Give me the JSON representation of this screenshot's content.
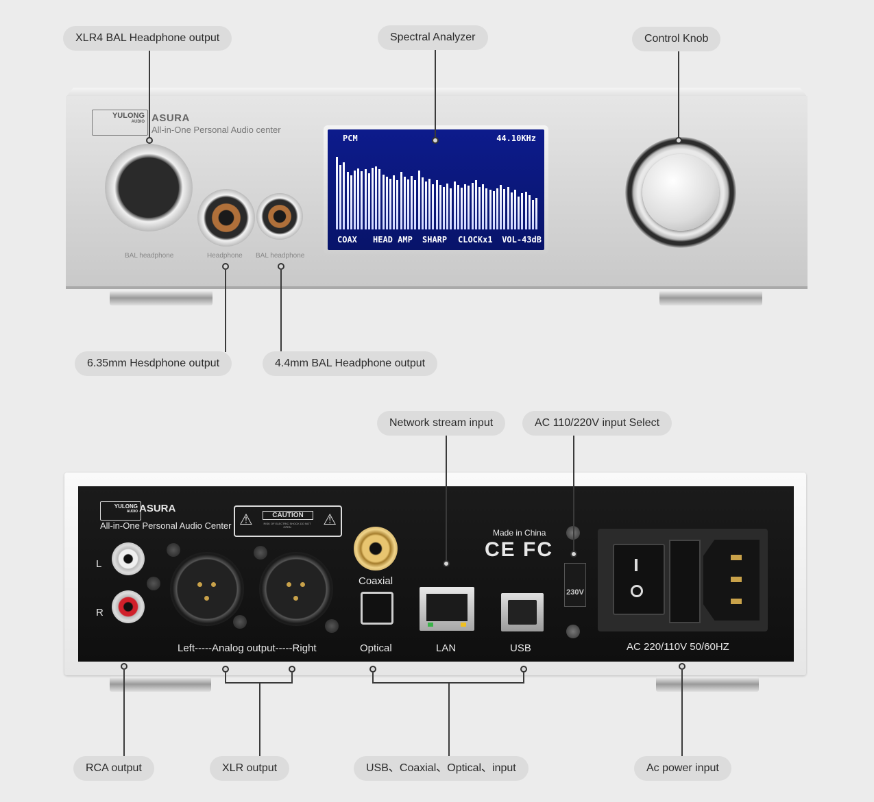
{
  "callouts": {
    "xlr4": "XLR4 BAL Headphone output",
    "spectral": "Spectral Analyzer",
    "knob": "Control Knob",
    "hp635": "6.35mm Hesdphone output",
    "bal44": "4.4mm BAL Headphone output",
    "network": "Network stream input",
    "ac_select": "AC 110/220V input Select",
    "rca": "RCA output",
    "xlr": "XLR output",
    "digital": "USB、Coaxial、Optical、input",
    "ac_power": "Ac power input"
  },
  "front": {
    "logo": "YULONG",
    "logo_sub": "AUDIO",
    "model": "ASURA",
    "tagline": "All-in-One Personal Audio center",
    "label_bal1": "BAL headphone",
    "label_hp": "Headphone",
    "label_bal2": "BAL headphone",
    "display": {
      "format": "PCM",
      "rate": "44.10KHz",
      "input": "COAX",
      "mode": "HEAD AMP",
      "filter": "SHARP",
      "clock": "CLOCKx1",
      "volume": "VOL-43dB",
      "spectrum": [
        88,
        78,
        82,
        70,
        66,
        72,
        74,
        71,
        73,
        68,
        75,
        77,
        73,
        67,
        64,
        62,
        66,
        60,
        70,
        64,
        61,
        65,
        60,
        72,
        63,
        58,
        62,
        55,
        60,
        54,
        52,
        56,
        50,
        58,
        54,
        51,
        55,
        53,
        57,
        60,
        52,
        55,
        50,
        48,
        47,
        50,
        54,
        49,
        52,
        45,
        48,
        40,
        44,
        46,
        42,
        36,
        38
      ]
    }
  },
  "rear": {
    "logo": "YULONG",
    "logo_sub": "AUDIO",
    "model": "ASURA",
    "tagline": "All-in-One Personal Audio Center",
    "caution": "CAUTION",
    "caution_sub": "RISK OF ELECTRIC SHOCK DO NOT OPEN",
    "made_in": "Made in China",
    "cert": "CE FC",
    "left": "L",
    "right": "R",
    "analog": "Left-----Analog output-----Right",
    "coaxial": "Coaxial",
    "optical": "Optical",
    "lan": "LAN",
    "usb": "USB",
    "voltage_switch": "230V",
    "ac_label": "AC 220/110V 50/60HZ"
  }
}
